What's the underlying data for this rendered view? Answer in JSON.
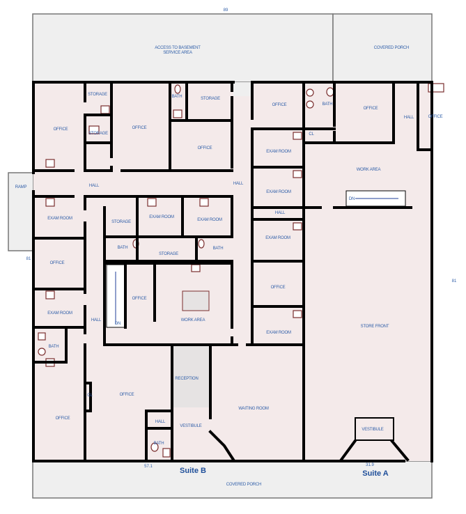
{
  "plan": {
    "dimensions": {
      "top": "89",
      "left": "81",
      "right": "81",
      "bottom_left": "57.1",
      "bottom_right": "31.9"
    },
    "suites": {
      "b": "Suite B",
      "a": "Suite A"
    },
    "exterior": {
      "basement": "ACCESS TO BASEMENT",
      "basement2": "SERVICE AREA",
      "porch_top": "COVERED PORCH",
      "porch_bottom": "COVERED PORCH",
      "ramp": "RAMP"
    },
    "rooms": [
      "OFFICE",
      "STORAGE",
      "STORAGE",
      "OFFICE",
      "BATH",
      "STORAGE",
      "OFFICE",
      "OFFICE",
      "BATH",
      "OFFICE",
      "HALL",
      "OFFICE",
      "CL",
      "EXAM ROOM",
      "WORK AREA",
      "EXAM ROOM",
      "HALL",
      "HALL",
      "DN",
      "HALL",
      "EXAM ROOM",
      "STORAGE",
      "EXAM ROOM",
      "EXAM ROOM",
      "EXAM ROOM",
      "BATH",
      "STORAGE",
      "BATH",
      "OFFICE",
      "OFFICE",
      "WORK AREA",
      "OFFICE",
      "HALL",
      "DN",
      "EXAM ROOM",
      "EXAM ROOM",
      "STORE FRONT",
      "BATH",
      "RECEPTION",
      "OFFICE",
      "CL",
      "OFFICE",
      "WAITING ROOM",
      "HALL",
      "VESTIBULE",
      "VESTIBULE",
      "BATH"
    ]
  }
}
